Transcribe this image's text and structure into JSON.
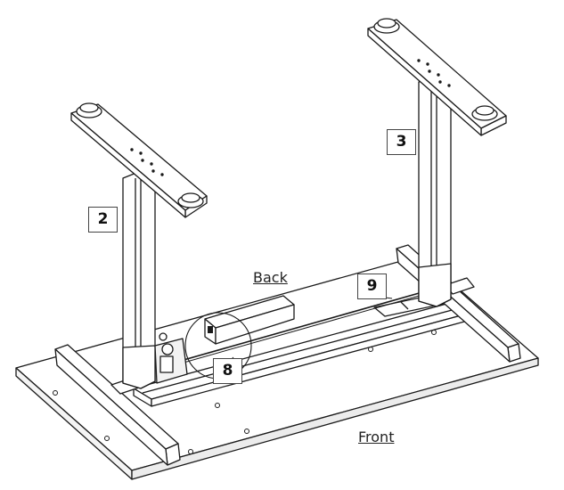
{
  "callouts": {
    "leg_left": "2",
    "leg_right": "3",
    "control_box": "8",
    "hex_rod": "9"
  },
  "labels": {
    "back": "Back",
    "front": "Front"
  }
}
